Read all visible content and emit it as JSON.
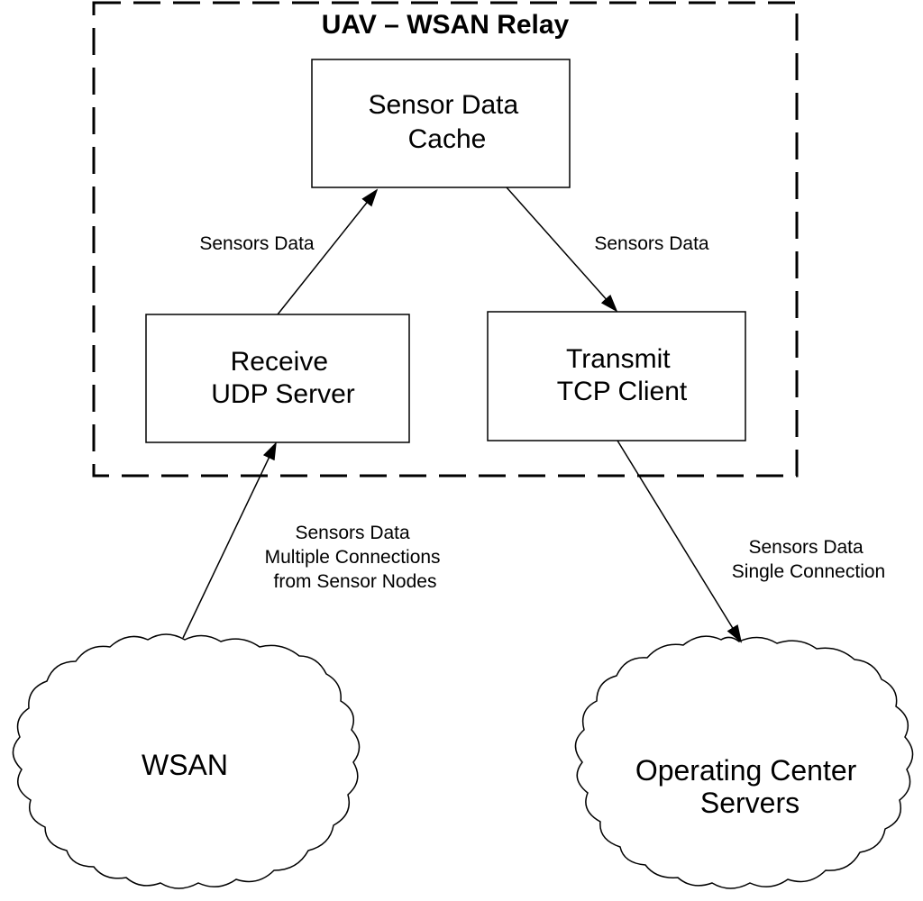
{
  "container": {
    "title": "UAV – WSAN Relay"
  },
  "nodes": {
    "cache": {
      "lines": [
        "Sensor Data",
        "Cache"
      ]
    },
    "receive": {
      "lines": [
        "Receive",
        "UDP Server"
      ]
    },
    "transmit": {
      "lines": [
        "Transmit",
        "TCP Client"
      ]
    },
    "wsan": {
      "lines": [
        "WSAN"
      ]
    },
    "ocs": {
      "lines": [
        "Operating Center",
        "Servers"
      ]
    }
  },
  "edges": {
    "receive_to_cache": {
      "lines": [
        "Sensors Data"
      ]
    },
    "cache_to_transmit": {
      "lines": [
        "Sensors Data"
      ]
    },
    "wsan_to_receive": {
      "lines": [
        "Sensors Data",
        "Multiple Connections",
        "from Sensor Nodes"
      ]
    },
    "transmit_to_ocs": {
      "lines": [
        "Sensors Data",
        "Single Connection"
      ]
    }
  }
}
